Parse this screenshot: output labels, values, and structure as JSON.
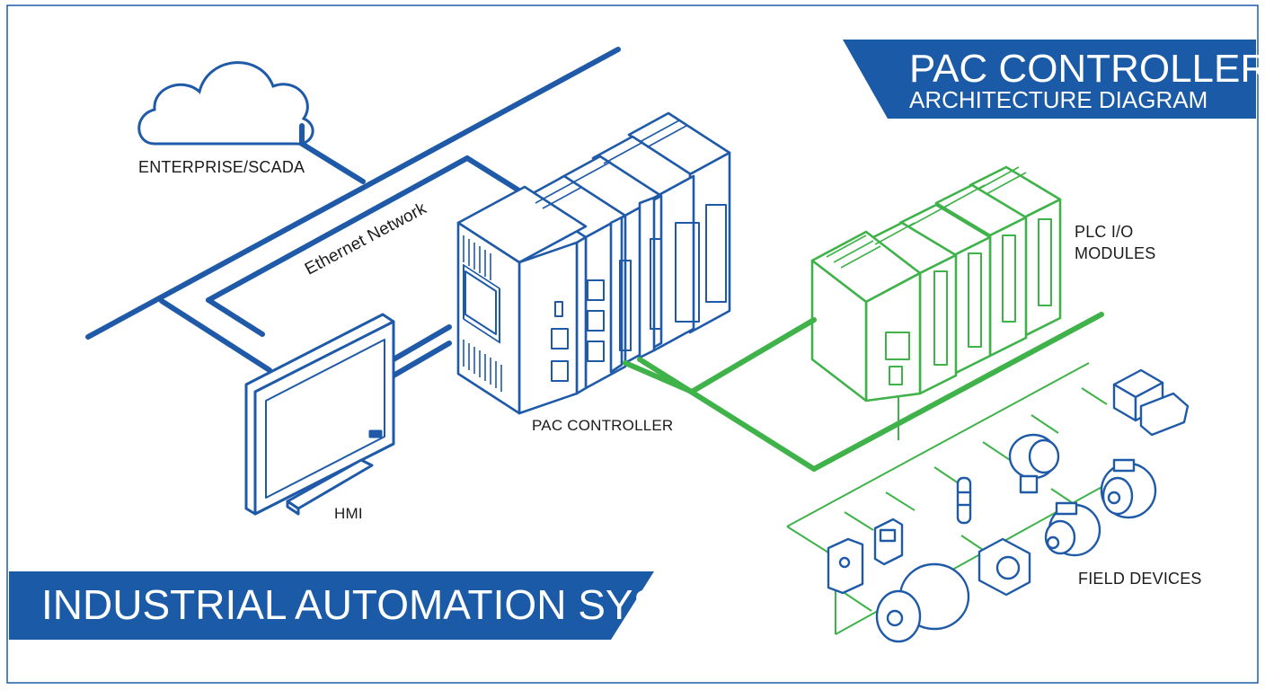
{
  "title_banner": {
    "line1": "PAC CONTROLLER",
    "line2": "ARCHITECTURE DIAGRAM"
  },
  "footer_banner": {
    "text": "INDUSTRIAL AUTOMATION SYSTEM"
  },
  "labels": {
    "enterprise": "ENTERPRISE/SCADA",
    "ethernet": "Ethernet Network",
    "pac_controller": "PAC CONTROLLER",
    "hmi": "HMI",
    "plc_io_line1": "PLC I/O",
    "plc_io_line2": "MODULES",
    "field_devices": "FIELD DEVICES"
  },
  "colors": {
    "primary_blue": "#1f5aa8",
    "network_green": "#3fb24a",
    "banner_blue": "#1a5aa6"
  }
}
